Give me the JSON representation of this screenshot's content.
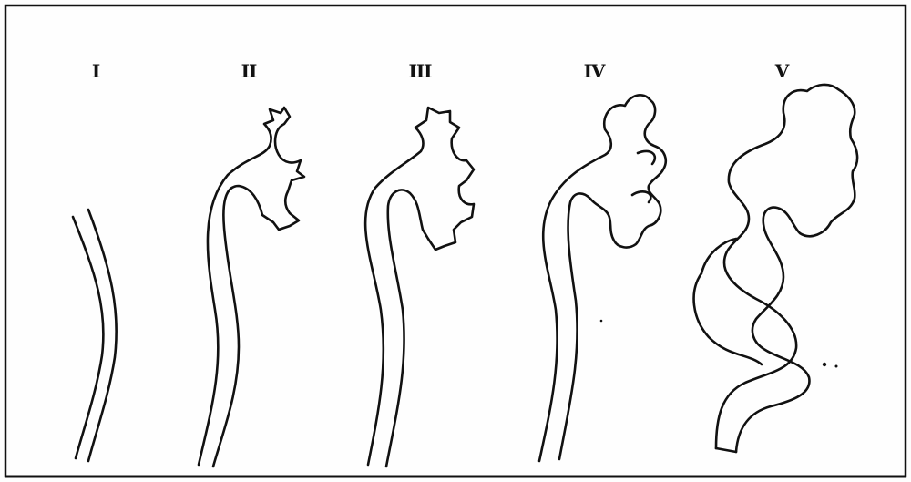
{
  "stages": [
    {
      "id": "stage-1",
      "label": "I"
    },
    {
      "id": "stage-2",
      "label": "II"
    },
    {
      "id": "stage-3",
      "label": "III"
    },
    {
      "id": "stage-4",
      "label": "IV"
    },
    {
      "id": "stage-5",
      "label": "V"
    }
  ],
  "style": {
    "stroke": "#111111",
    "background": "#fefefe"
  }
}
